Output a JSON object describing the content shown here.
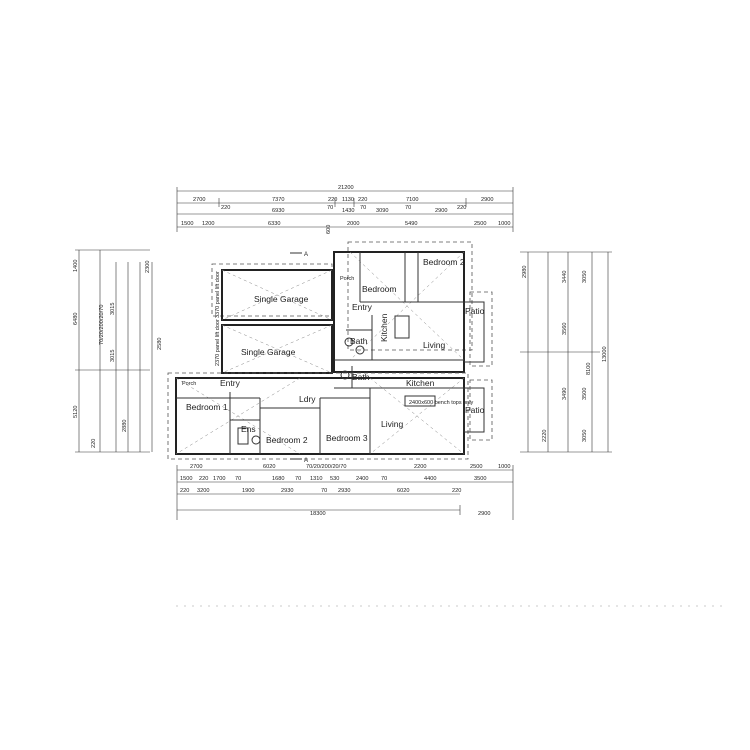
{
  "rooms": {
    "single_garage_1": "Single Garage",
    "single_garage_2": "Single Garage",
    "porch_top": "Porch",
    "entry_top": "Entry",
    "bedroom_top_left": "Bedroom",
    "bedroom_top_2": "Bedroom 2",
    "bath_top": "Bath",
    "kitchen_top": "Kitchen",
    "living_top": "Living",
    "patio_top": "Patio",
    "porch_bottom": "Porch",
    "entry_bottom": "Entry",
    "bedroom_1": "Bedroom 1",
    "ens": "Ens",
    "bedroom_2_bottom": "Bedroom 2",
    "ldry": "Ldry",
    "bedroom_3": "Bedroom 3",
    "bath_bottom": "Bath",
    "kitchen_bottom": "Kitchen",
    "living_bottom": "Living",
    "patio_bottom": "Patio"
  },
  "section_marks": {
    "top": "A",
    "bottom": "A"
  },
  "dimensions": {
    "top": {
      "overall": "21200",
      "row1": [
        "2700",
        "7370",
        "220",
        "1130",
        "220",
        "7100",
        "2900"
      ],
      "row2": [
        "220",
        "6930",
        "70",
        "1430",
        "70",
        "3090",
        "70",
        "2900",
        "220"
      ],
      "row3": [
        "1500",
        "1200",
        "6330",
        "600",
        "2000",
        "5490",
        "2500",
        "1000"
      ]
    },
    "bottom": {
      "row1": [
        "2700",
        "6020",
        "70/20/200/20/70",
        "2200",
        "2500",
        "1000"
      ],
      "row2": [
        "1500",
        "220",
        "1700",
        "70",
        "1680",
        "70",
        "1310",
        "530",
        "2400",
        "70",
        "4400",
        "3500"
      ],
      "row3": [
        "220",
        "3200",
        "1900",
        "2930",
        "70",
        "2930",
        "6020",
        "220"
      ],
      "overall": "18300",
      "end": "2900"
    },
    "left_outer": [
      "1400",
      "6480",
      "5120"
    ],
    "left_inner": [
      "2300",
      "3015",
      "70/20/200/20/70",
      "3015",
      "2580",
      "2880",
      "220"
    ],
    "right_outer": [
      "13000"
    ],
    "right_inner": [
      "2980",
      "3440",
      "3050",
      "3560",
      "8100",
      "3490",
      "3500",
      "2220",
      "3050"
    ]
  },
  "notes": {
    "garage_door_1": "3370 panel lift door",
    "garage_door_2": "2370 panel lift door",
    "bench": "2400x600 bench tops only"
  }
}
